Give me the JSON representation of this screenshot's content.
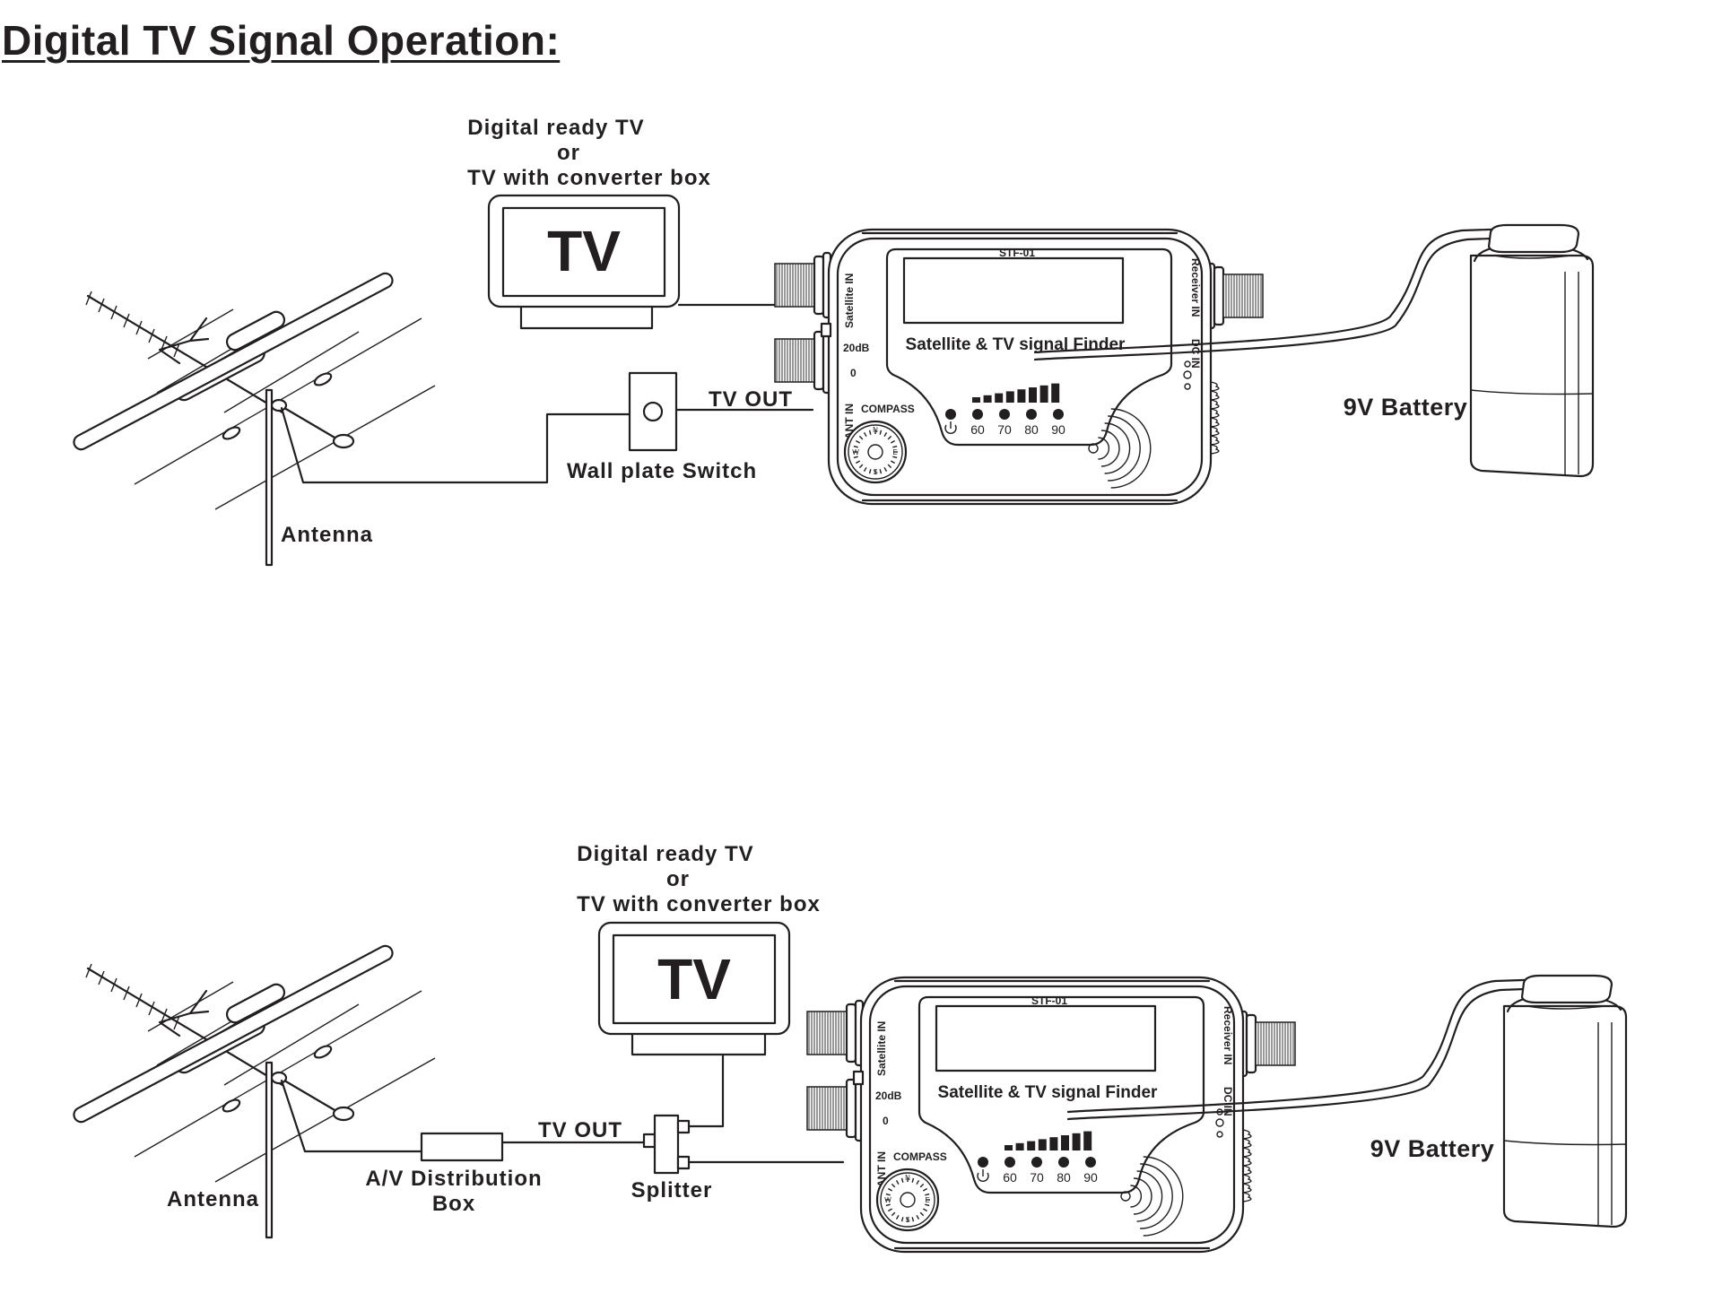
{
  "page": {
    "title": "Digital TV Signal Operation:"
  },
  "diagrams": [
    {
      "id": "scene-1",
      "tv": {
        "caption_lines": [
          "Digital ready TV",
          "or",
          "TV with converter box"
        ],
        "screen_text": "TV"
      },
      "antenna_label": "Antenna",
      "intermediate": {
        "label": "Wall plate Switch"
      },
      "link_label": "TV OUT",
      "battery_label": "9V Battery",
      "connections": [
        "Antenna -> Wall plate Switch",
        "Wall plate Switch -> ANT IN (TV OUT)",
        "TV -> Satellite IN",
        "9V Battery -> DC IN"
      ]
    },
    {
      "id": "scene-2",
      "tv": {
        "caption_lines": [
          "Digital ready TV",
          "or",
          "TV with converter box"
        ],
        "screen_text": "TV"
      },
      "antenna_label": "Antenna",
      "distribution_box": {
        "label_lines": [
          "A/V Distribution",
          "Box"
        ]
      },
      "splitter_label": "Splitter",
      "link_label": "TV OUT",
      "battery_label": "9V Battery",
      "connections": [
        "Antenna -> A/V Distribution Box",
        "A/V Distribution Box -> Splitter (TV OUT)",
        "Splitter -> TV",
        "Splitter -> ANT IN",
        "9V Battery -> DC IN"
      ]
    }
  ],
  "device": {
    "model": "STF-01",
    "name": "Satellite & TV signal Finder",
    "left_port_labels": {
      "top": "Satellite IN",
      "bottom": "ANT IN"
    },
    "attenuator_labels": [
      "20dB",
      "0"
    ],
    "right_port_label": "Receiver IN",
    "dc_label": "DC IN",
    "compass_label": "COMPASS",
    "compass_points": [
      "N",
      "E",
      "S",
      "W"
    ],
    "led_scale": [
      "60",
      "70",
      "80",
      "90"
    ],
    "power_icon": "power-icon",
    "signal_bar_count": 8
  }
}
